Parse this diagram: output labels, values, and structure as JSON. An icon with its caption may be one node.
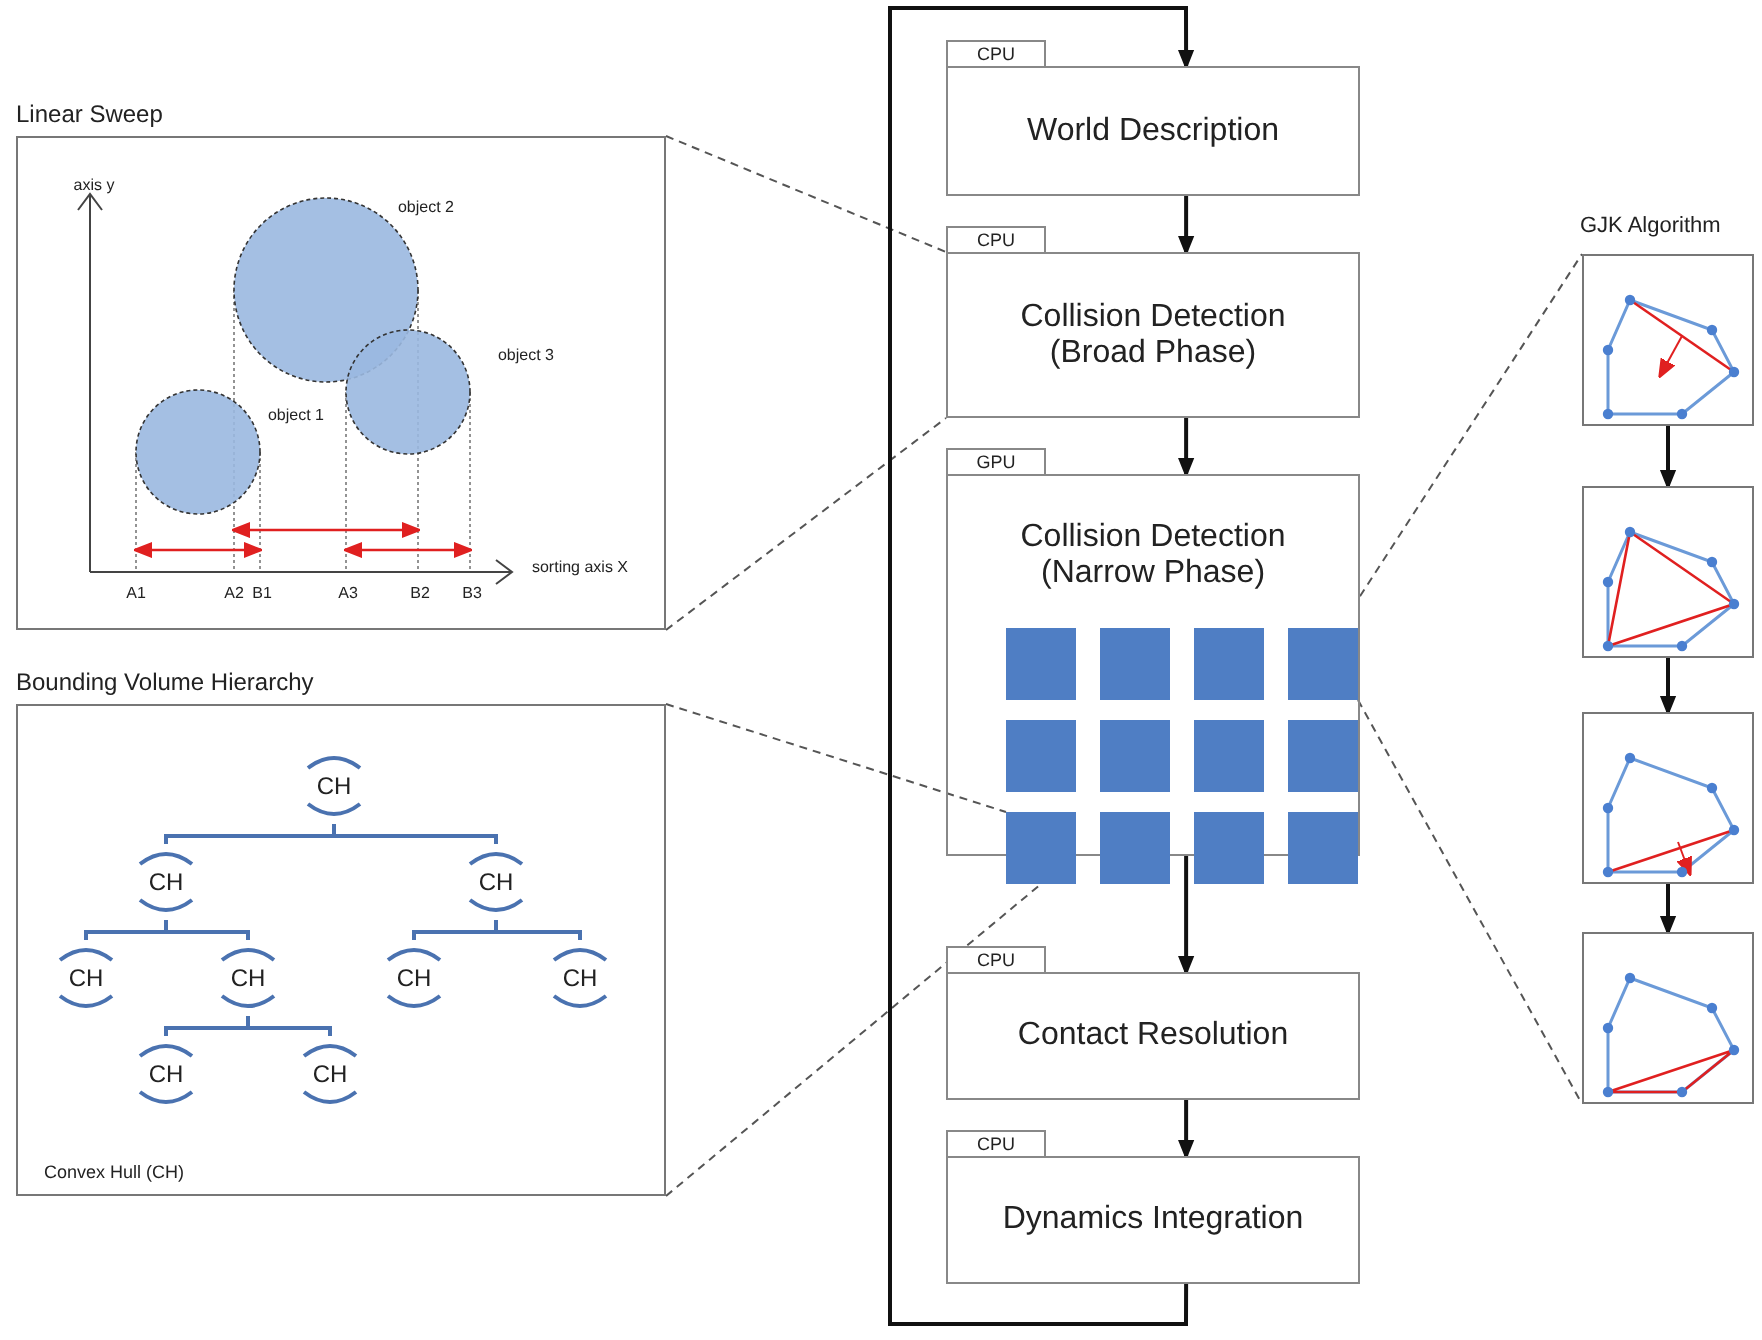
{
  "diagram": {
    "nodes": [
      {
        "text": [
          "Linear Sweep"
        ]
      },
      {
        "text": [
          "Bounding Volume Hierarchy",
          "Convex Hull (CH)"
        ]
      },
      {
        "text": [
          "CH"
        ],
        "in": 1
      },
      {
        "text": [
          "CH"
        ],
        "in": 1
      },
      {
        "text": [
          "CH"
        ],
        "in": 1
      },
      {
        "text": [
          "CH"
        ],
        "in": 1
      },
      {
        "text": [
          "CH"
        ],
        "in": 1
      },
      {
        "text": [
          "CH"
        ],
        "in": 1
      },
      {
        "text": [
          "CH"
        ],
        "in": 1
      },
      {
        "text": [
          "CH"
        ],
        "in": 1
      },
      {
        "text": [
          "CH"
        ],
        "in": 1
      },
      {
        "text": [
          "CPU",
          "World Description"
        ]
      },
      {
        "text": [
          "CPU",
          "Collision Detection (Broad Phase)"
        ]
      },
      {
        "text": [
          "GPU",
          "Collision Detection (Narrow Phase)"
        ]
      },
      {
        "text": [],
        "shape": "box",
        "in": 13
      },
      {
        "text": [],
        "shape": "box",
        "in": 13
      },
      {
        "text": [],
        "shape": "box",
        "in": 13
      },
      {
        "text": [],
        "shape": "box",
        "in": 13
      },
      {
        "text": [],
        "shape": "box",
        "in": 13
      },
      {
        "text": [],
        "shape": "box",
        "in": 13
      },
      {
        "text": [],
        "shape": "box",
        "in": 13
      },
      {
        "text": [],
        "shape": "box",
        "in": 13
      },
      {
        "text": [],
        "shape": "box",
        "in": 13
      },
      {
        "text": [],
        "shape": "box",
        "in": 13
      },
      {
        "text": [],
        "shape": "box",
        "in": 13
      },
      {
        "text": [],
        "shape": "box",
        "in": 13
      },
      {
        "text": [
          "CPU",
          "Contact Resolution"
        ]
      },
      {
        "text": [
          "CPU",
          "Dynamics Integration"
        ]
      },
      {
        "text": [],
        "shape": "picture",
        "beside": [
          "GJK Algorithm"
        ]
      },
      {
        "text": [],
        "shape": "picture"
      },
      {
        "text": [],
        "shape": "picture"
      },
      {
        "text": [],
        "shape": "picture"
      }
    ],
    "edges": [
      {
        "from": 0,
        "to": 12,
        "arrow": "none",
        "style": "dashed",
        "color": "#555555"
      },
      {
        "from": 0,
        "to": 12,
        "arrow": "none",
        "style": "dashed",
        "color": "#555555"
      },
      {
        "from": 1,
        "to": 22,
        "arrow": "none",
        "style": "dashed",
        "color": "#555555"
      },
      {
        "from": 1,
        "to": 22,
        "arrow": "none",
        "style": "dashed",
        "color": "#555555"
      },
      {
        "from": 13,
        "to": 28,
        "arrow": "none",
        "style": "dashed",
        "color": "#555555"
      },
      {
        "from": 17,
        "to": 31,
        "arrow": "none",
        "style": "dashed",
        "color": "#555555"
      },
      {
        "from": 2,
        "to": 3,
        "arrow": "none",
        "color": "#4a72b0"
      },
      {
        "from": 2,
        "to": 4,
        "arrow": "none",
        "color": "#4a72b0"
      },
      {
        "from": 3,
        "to": 5,
        "arrow": "none",
        "color": "#4a72b0"
      },
      {
        "from": 3,
        "to": 6,
        "arrow": "none",
        "color": "#4a72b0"
      },
      {
        "from": 4,
        "to": 7,
        "arrow": "none",
        "color": "#4a72b0"
      },
      {
        "from": 4,
        "to": 8,
        "arrow": "none",
        "color": "#4a72b0"
      },
      {
        "from": 6,
        "to": 9,
        "arrow": "none",
        "color": "#4a72b0"
      },
      {
        "from": 6,
        "to": 10,
        "arrow": "none",
        "color": "#4a72b0"
      },
      {
        "from": 11,
        "to": 12,
        "arrow": "to",
        "color": "#111111"
      },
      {
        "from": 12,
        "to": 13,
        "arrow": "to",
        "color": "#111111"
      },
      {
        "from": 13,
        "to": 26,
        "arrow": "to",
        "color": "#111111"
      },
      {
        "from": 26,
        "to": 27,
        "arrow": "to",
        "color": "#111111"
      },
      {
        "from": 27,
        "to": 11,
        "arrow": "to",
        "color": "#111111"
      },
      {
        "from": 28,
        "to": 29,
        "arrow": "to",
        "color": "#111111"
      },
      {
        "from": 29,
        "to": 30,
        "arrow": "to",
        "color": "#111111"
      },
      {
        "from": 30,
        "to": 31,
        "arrow": "to",
        "color": "#111111"
      }
    ],
    "labels": [
      "axis y",
      "object 2",
      "object 3",
      "object 1",
      "sorting axis X",
      "A1",
      "A2",
      "B1",
      "A3",
      "B2",
      "B3"
    ]
  }
}
